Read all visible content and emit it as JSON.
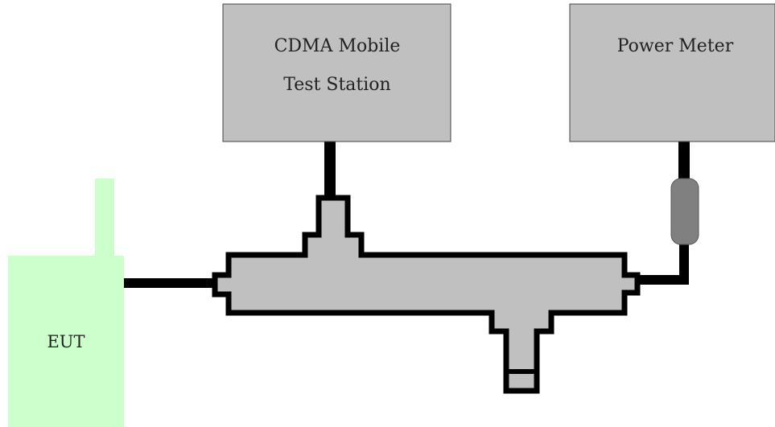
{
  "diagram": {
    "test_station": {
      "line1": "CDMA Mobile",
      "line2": "Test Station"
    },
    "power_meter": {
      "label": "Power Meter"
    },
    "eut": {
      "label": "EUT"
    }
  },
  "colors": {
    "box_fill": "#c0c0c0",
    "eut_fill": "#ccffcc",
    "splitter_fill": "#c0c0c0",
    "cable": "#000000",
    "attenuator": "#808080"
  }
}
